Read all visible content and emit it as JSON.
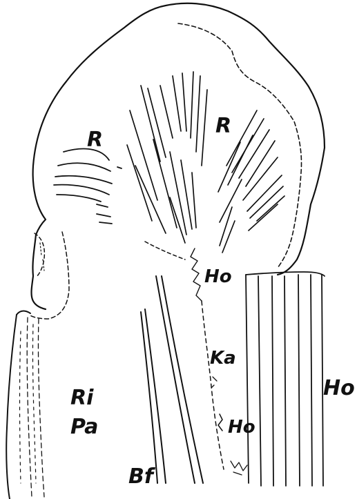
{
  "labels": {
    "r_left": "R",
    "r_right": "R",
    "ho_upper": "Ho",
    "ka": "Ka",
    "ho_right": "Ho",
    "ri": "Ri",
    "pa": "Pa",
    "ho_lower": "Ho",
    "bf": "Bf"
  },
  "colors": {
    "ink": "#111111",
    "paper": "#ffffff"
  }
}
